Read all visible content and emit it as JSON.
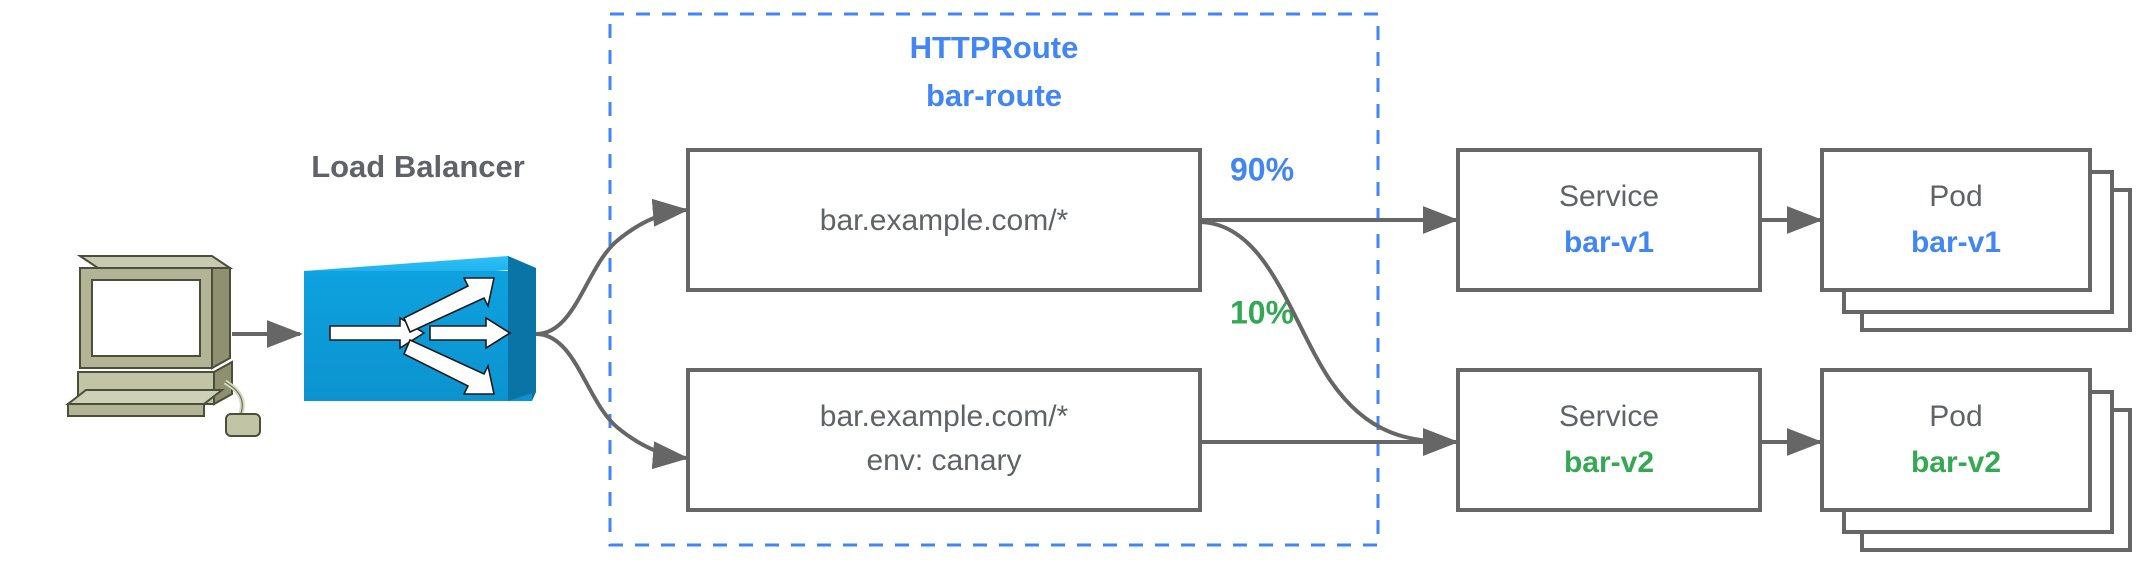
{
  "diagram": {
    "title_loadbalancer": "Load Balancer",
    "group": {
      "kind": "HTTPRoute",
      "name": "bar-route",
      "color": "#4285f4"
    },
    "colors": {
      "blue": "#4285f4",
      "green": "#34a853",
      "gray": "#5f6368",
      "stroke": "#666666",
      "lb_blue": "#0d9bdb",
      "lb_blue_top": "#29b6f0",
      "lb_blue_side": "#0b72a8",
      "pc_body": "#a8aa8a",
      "pc_light": "#c4c6a8"
    },
    "client": {
      "icon": "desktop-computer-icon"
    },
    "loadbalancer": {
      "icon": "load-balancer-switch-icon"
    },
    "routes": [
      {
        "id": "route-primary",
        "line1": "bar.example.com/*",
        "line2": ""
      },
      {
        "id": "route-canary",
        "line1": "bar.example.com/*",
        "line2": "env: canary"
      }
    ],
    "weights": [
      {
        "label": "90%",
        "color": "#4285f4"
      },
      {
        "label": "10%",
        "color": "#34a853"
      }
    ],
    "services": [
      {
        "kind": "Service",
        "name": "bar-v1",
        "color": "#4285f4"
      },
      {
        "kind": "Service",
        "name": "bar-v2",
        "color": "#34a853"
      }
    ],
    "pods": [
      {
        "kind": "Pod",
        "name": "bar-v1",
        "color": "#4285f4",
        "replicas": 3
      },
      {
        "kind": "Pod",
        "name": "bar-v2",
        "color": "#34a853",
        "replicas": 3
      }
    ]
  }
}
